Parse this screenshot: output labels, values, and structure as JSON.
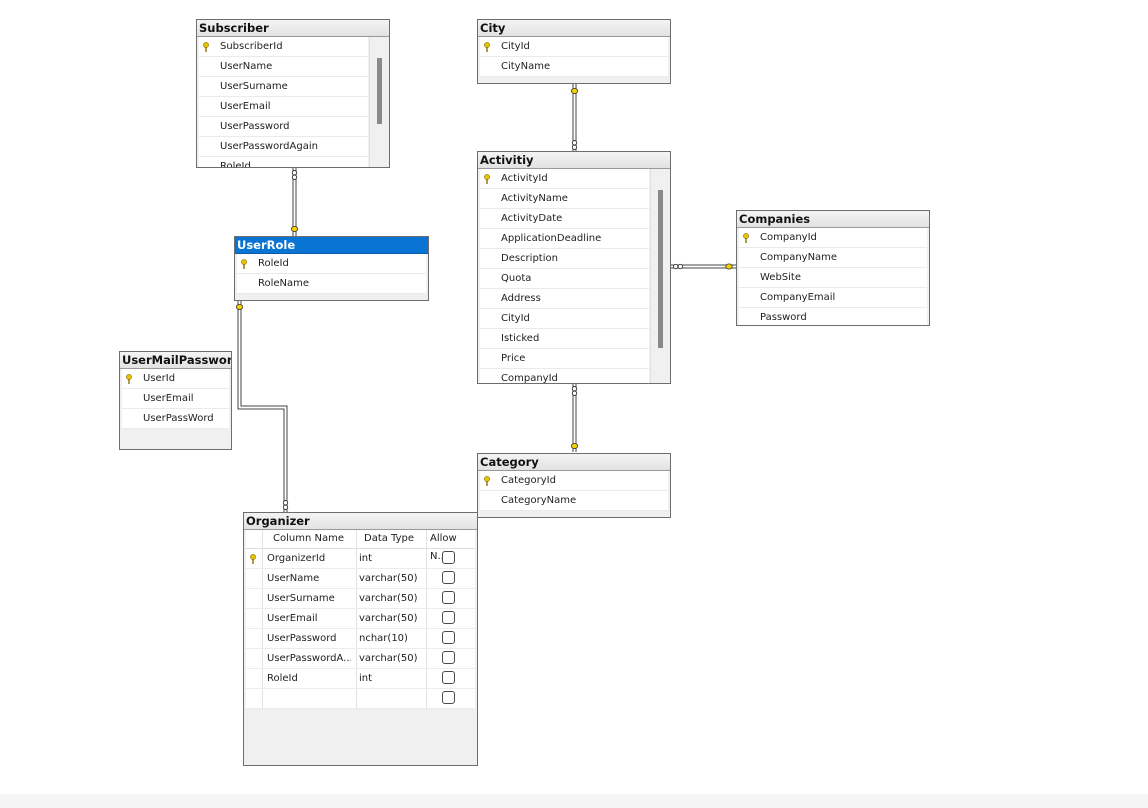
{
  "tables": {
    "subscriber": {
      "title": "Subscriber",
      "columns": [
        "SubscriberId",
        "UserName",
        "UserSurname",
        "UserEmail",
        "UserPassword",
        "UserPasswordAgain",
        "RoleId"
      ]
    },
    "city": {
      "title": "City",
      "columns": [
        "CityId",
        "CityName"
      ]
    },
    "activity": {
      "title": "Activitiy",
      "columns": [
        "ActivityId",
        "ActivityName",
        "ActivityDate",
        "ApplicationDeadline",
        "Description",
        "Quota",
        "Address",
        "CityId",
        "Isticked",
        "Price",
        "CompanyId"
      ]
    },
    "companies": {
      "title": "Companies",
      "columns": [
        "CompanyId",
        "CompanyName",
        "WebSite",
        "CompanyEmail",
        "Password"
      ]
    },
    "userrole": {
      "title": "UserRole",
      "columns": [
        "RoleId",
        "RoleName"
      ]
    },
    "usermailpassword": {
      "title": "UserMailPassword",
      "columns": [
        "UserId",
        "UserEmail",
        "UserPassWord"
      ]
    },
    "category": {
      "title": "Category",
      "columns": [
        "CategoryId",
        "CategoryName"
      ]
    },
    "organizer": {
      "title": "Organizer",
      "headers": {
        "column_name": "Column Name",
        "data_type": "Data Type",
        "allow_nulls": "Allow N..."
      },
      "rows": [
        {
          "name": "OrganizerId",
          "type": "int"
        },
        {
          "name": "UserName",
          "type": "varchar(50)"
        },
        {
          "name": "UserSurname",
          "type": "varchar(50)"
        },
        {
          "name": "UserEmail",
          "type": "varchar(50)"
        },
        {
          "name": "UserPassword",
          "type": "nchar(10)"
        },
        {
          "name": "UserPasswordA...",
          "type": "varchar(50)"
        },
        {
          "name": "RoleId",
          "type": "int"
        },
        {
          "name": "",
          "type": ""
        }
      ]
    }
  },
  "colors": {
    "selected_title": "#0a74d4",
    "key_icon": "#e8c200",
    "table_border": "#6d6d6d"
  },
  "icons": {
    "primary_key": "key-icon"
  }
}
